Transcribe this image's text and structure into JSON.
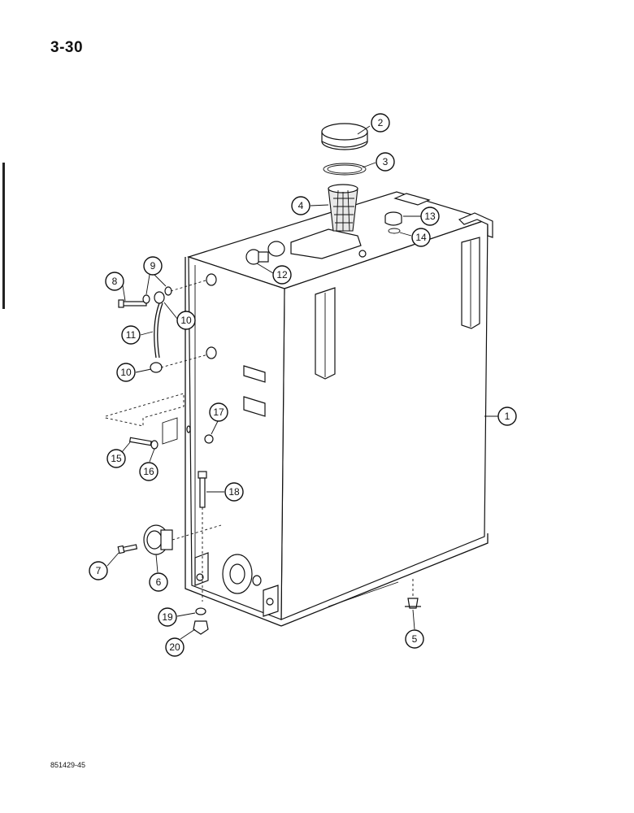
{
  "page": {
    "page_number": "3-30",
    "drawing_code": "851429-45"
  },
  "callouts": {
    "c1": "1",
    "c2": "2",
    "c3": "3",
    "c4": "4",
    "c5": "5",
    "c6": "6",
    "c7": "7",
    "c8": "8",
    "c9": "9",
    "c10a": "10",
    "c10b": "10",
    "c11": "11",
    "c12": "12",
    "c13": "13",
    "c14": "14",
    "c15": "15",
    "c16": "16",
    "c17": "17",
    "c18": "18",
    "c19": "19",
    "c20": "20"
  }
}
